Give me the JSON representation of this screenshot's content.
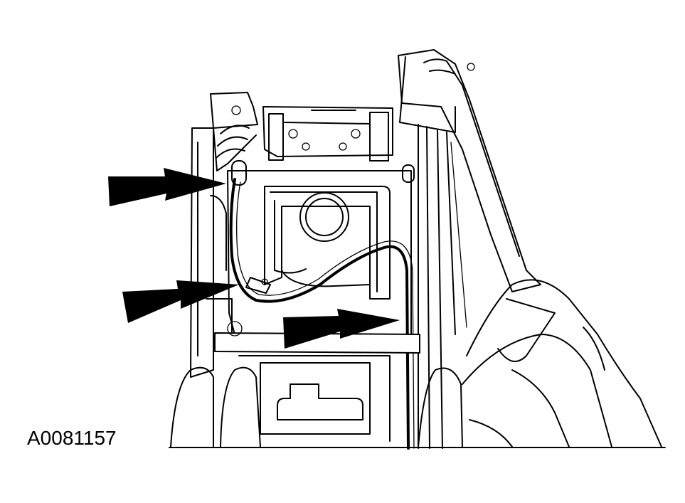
{
  "figure": {
    "id_label": "A0081157"
  },
  "callouts": [
    {
      "name": "arrow-upper-left"
    },
    {
      "name": "arrow-middle-left"
    },
    {
      "name": "arrow-lower-right"
    }
  ]
}
